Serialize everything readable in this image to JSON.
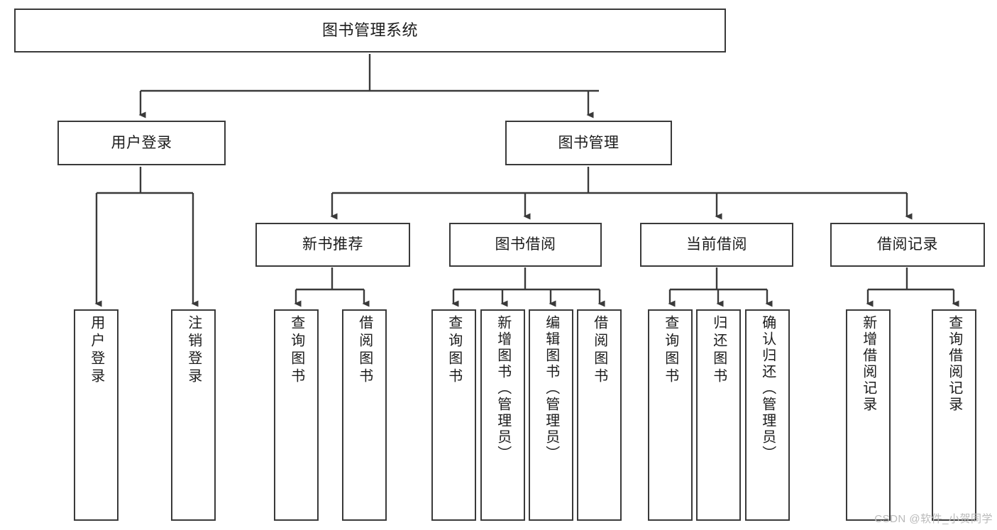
{
  "diagram": {
    "title": "图书管理系统",
    "type": "tree-hierarchy",
    "root": {
      "label": "图书管理系统"
    },
    "level2": [
      {
        "label": "用户登录"
      },
      {
        "label": "图书管理"
      }
    ],
    "level3": [
      {
        "label": "新书推荐"
      },
      {
        "label": "图书借阅"
      },
      {
        "label": "当前借阅"
      },
      {
        "label": "借阅记录"
      }
    ],
    "leaves": {
      "user_login": [
        {
          "label": "用户登录"
        },
        {
          "label": "注销登录"
        }
      ],
      "new_book_recommend": [
        {
          "label": "查询图书"
        },
        {
          "label": "借阅图书"
        }
      ],
      "book_borrow": [
        {
          "label": "查询图书"
        },
        {
          "label": "新增图书（管理员）"
        },
        {
          "label": "编辑图书（管理员）"
        },
        {
          "label": "借阅图书"
        }
      ],
      "current_borrow": [
        {
          "label": "查询图书"
        },
        {
          "label": "归还图书"
        },
        {
          "label": "确认归还（管理员）"
        }
      ],
      "borrow_record": [
        {
          "label": "新增借阅记录"
        },
        {
          "label": "查询借阅记录"
        }
      ]
    }
  },
  "watermark": {
    "text": "CSDN @软件_小贺同学"
  },
  "colors": {
    "stroke": "#3a3a3a",
    "background": "#ffffff",
    "text": "#1c1c1c",
    "watermark": "#b9b9b9"
  }
}
